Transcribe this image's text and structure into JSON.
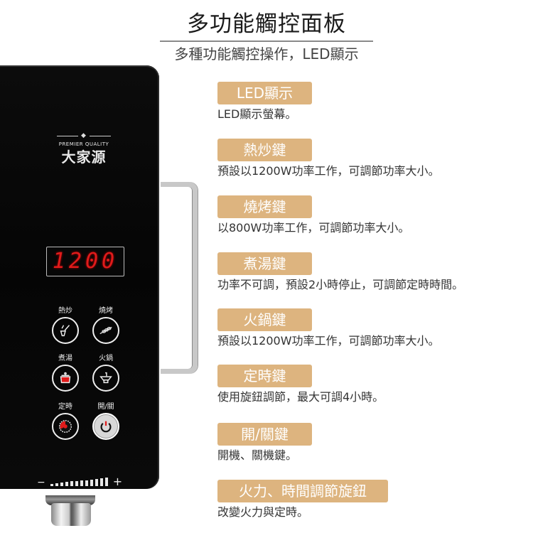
{
  "header": {
    "title": "多功能觸控面板",
    "subtitle": "多種功能觸控操作，LED顯示"
  },
  "panel": {
    "brand_tagline": "PREMIER QUALITY",
    "brand_name": "大家源",
    "brand_icon": "diamond-icon",
    "led_display": "1200",
    "keys": [
      {
        "label": "熱炒",
        "icon": "stir-fry-icon"
      },
      {
        "label": "燒烤",
        "icon": "grill-icon"
      },
      {
        "label": "煮湯",
        "icon": "soup-pot-icon"
      },
      {
        "label": "火鍋",
        "icon": "hotpot-icon"
      },
      {
        "label": "定時",
        "icon": "timer-icon"
      },
      {
        "label": "開/關",
        "icon": "power-icon"
      }
    ],
    "slider": {
      "minus": "−",
      "plus": "+",
      "levels": 12
    }
  },
  "features": [
    {
      "tag": "LED顯示",
      "desc": "LED顯示螢幕。"
    },
    {
      "tag": "熱炒鍵",
      "desc": "預設以1200W功率工作，可調節功率大小。"
    },
    {
      "tag": "燒烤鍵",
      "desc": "以800W功率工作，可調節功率大小。"
    },
    {
      "tag": "煮湯鍵",
      "desc": "功率不可調，預設2小時停止，可調節定時時間。"
    },
    {
      "tag": "火鍋鍵",
      "desc": "預設以1200W功率工作，可調節功率大小。"
    },
    {
      "tag": "定時鍵",
      "desc": "使用旋鈕調節，最大可調4小時。"
    },
    {
      "tag": "開/關鍵",
      "desc": "開機、關機鍵。"
    },
    {
      "tag": "火力、時間調節旋鈕",
      "desc": "改變火力與定時。"
    }
  ],
  "colors": {
    "tag_bg": "#ddb47f",
    "led_red": "#e01b1b",
    "panel_black": "#080808"
  }
}
